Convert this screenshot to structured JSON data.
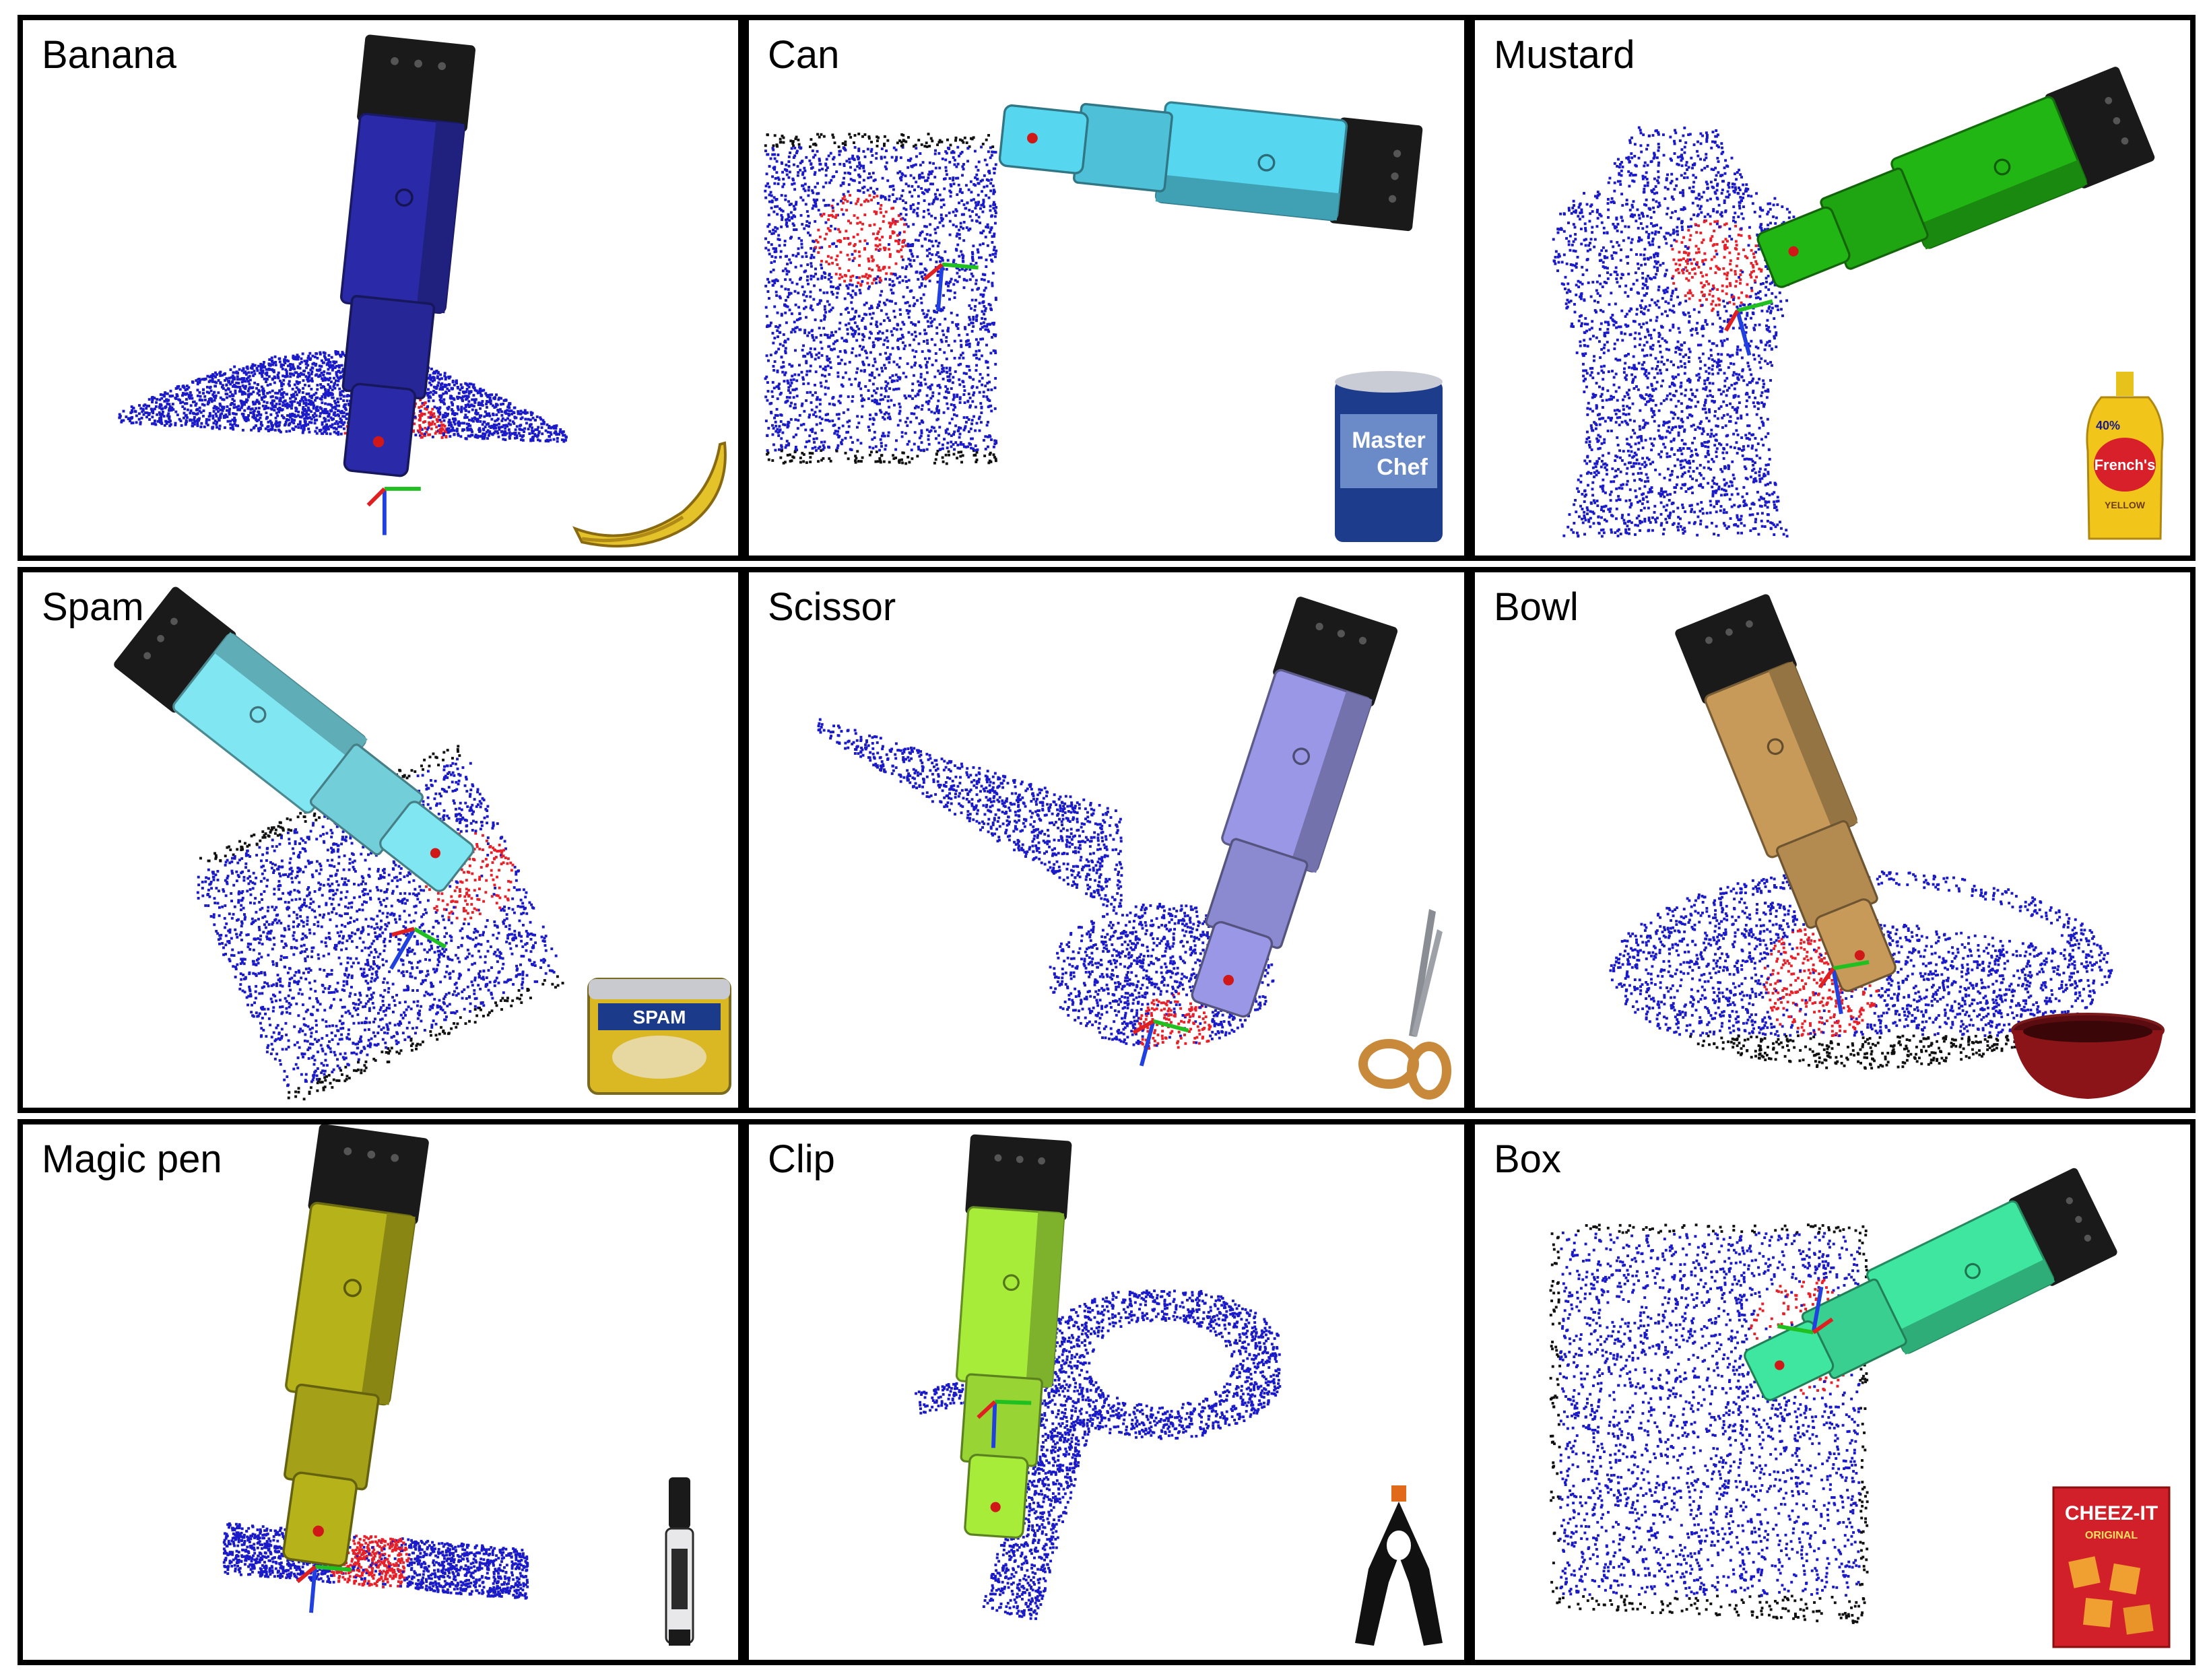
{
  "figure": {
    "panels": [
      {
        "label": "Banana",
        "gripper_color": "#2a2aa8",
        "cloud_shape": "banana",
        "photo": "banana-photo"
      },
      {
        "label": "Can",
        "gripper_color": "#57d6f0",
        "cloud_shape": "can",
        "photo": "can-photo"
      },
      {
        "label": "Mustard",
        "gripper_color": "#22b614",
        "cloud_shape": "bottle",
        "photo": "mustard-photo"
      },
      {
        "label": "Spam",
        "gripper_color": "#7fe6f2",
        "cloud_shape": "spam",
        "photo": "spam-photo"
      },
      {
        "label": "Scissor",
        "gripper_color": "#9a98e6",
        "cloud_shape": "scissor",
        "photo": "scissor-photo"
      },
      {
        "label": "Bowl",
        "gripper_color": "#c79a5a",
        "cloud_shape": "bowl",
        "photo": "bowl-photo"
      },
      {
        "label": "Magic pen",
        "gripper_color": "#b6b21a",
        "cloud_shape": "pen",
        "photo": "marker-photo"
      },
      {
        "label": "Clip",
        "gripper_color": "#a8ec3a",
        "cloud_shape": "clip",
        "photo": "clamp-photo"
      },
      {
        "label": "Box",
        "gripper_color": "#3ee6a0",
        "cloud_shape": "box",
        "photo": "cheezit-photo"
      }
    ],
    "photo_text": {
      "can_line1": "Master",
      "can_line2": "Chef",
      "mustard_brand": "French's",
      "mustard_badge": "40%",
      "mustard_variety": "YELLOW",
      "spam_brand": "SPAM",
      "box_brand": "CHEEZ-IT",
      "box_variety": "ORIGINAL"
    },
    "colors": {
      "cloud_blue": "#1a1ac8",
      "cloud_contact_red": "#e8202a",
      "cloud_edge_black": "#111111",
      "axis_x_red": "#e02020",
      "axis_y_green": "#20c020",
      "axis_z_blue": "#2040e0"
    }
  }
}
